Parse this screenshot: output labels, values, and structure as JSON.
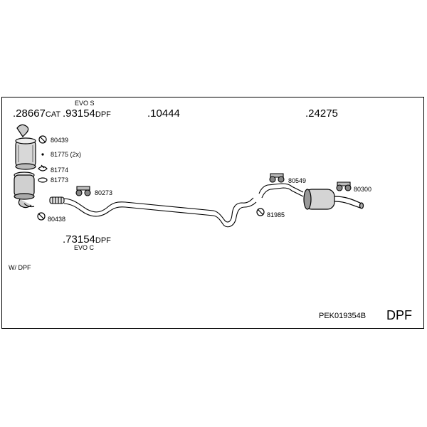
{
  "labels": {
    "part_28667": ".28667",
    "part_28667_suffix": "CAT",
    "part_93154": ".93154",
    "part_93154_suffix": "DPF",
    "part_93154_variant": "EVO S",
    "part_10444": ".10444",
    "part_24275": ".24275",
    "part_73154": ".73154",
    "part_73154_suffix": "DPF",
    "part_73154_variant": "EVO C",
    "part_80439": "80439",
    "part_81775": "81775 (2x)",
    "part_81774": "81774",
    "part_81773": "81773",
    "part_80438": "80438",
    "part_80273": "80273",
    "part_80549": "80549",
    "part_80300": "80300",
    "part_81985": "81985"
  },
  "footer": {
    "note": "W/ DPF",
    "code": "PEK019354B",
    "type": "DPF"
  }
}
